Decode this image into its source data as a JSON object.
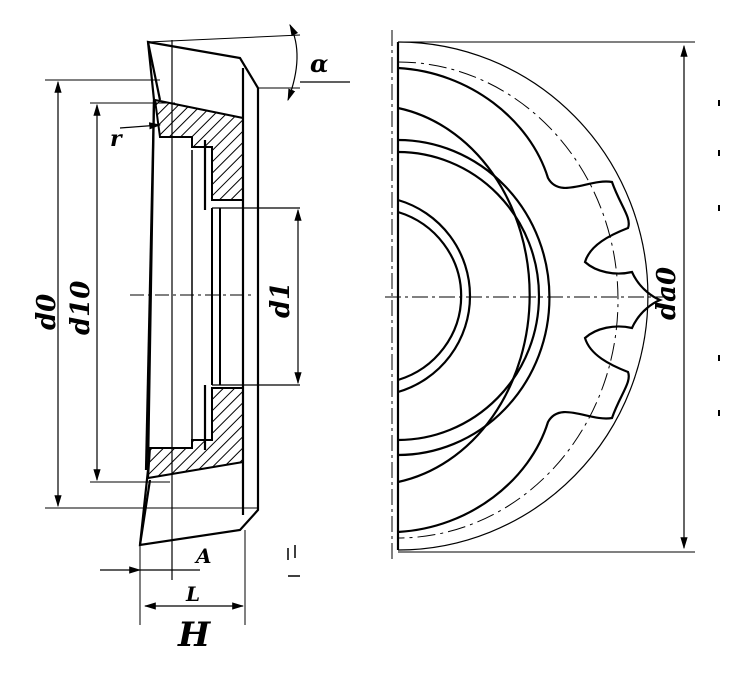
{
  "labels": {
    "d0": "d0",
    "d10": "d10",
    "d1": "d1",
    "da0": "da0",
    "r": "r",
    "alpha": "α",
    "A": "A",
    "L": "L",
    "H": "H"
  }
}
